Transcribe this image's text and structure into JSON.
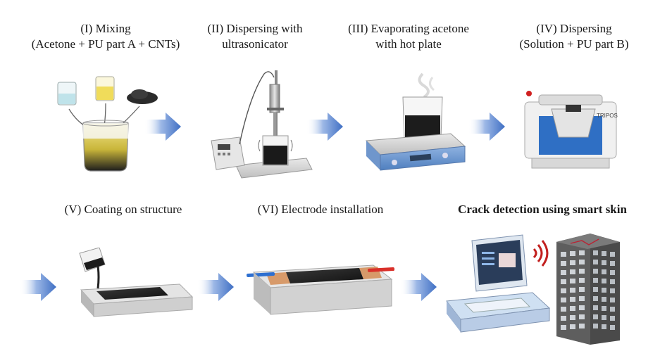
{
  "steps": [
    {
      "id": "I",
      "line1": "(I) Mixing",
      "line2": "(Acetone + PU part A + CNTs)"
    },
    {
      "id": "II",
      "line1": "(II) Dispersing with",
      "line2": "ultrasonicator"
    },
    {
      "id": "III",
      "line1": "(III) Evaporating acetone",
      "line2": "with hot plate"
    },
    {
      "id": "IV",
      "line1": "(IV) Dispersing",
      "line2": "(Solution + PU part B)"
    },
    {
      "id": "V",
      "line1": "(V) Coating on structure"
    },
    {
      "id": "VI",
      "line1": "(VI) Electrode installation"
    },
    {
      "id": "final",
      "line1": "Crack detection using smart skin"
    }
  ],
  "mill_brand": "TRIPOS",
  "colors": {
    "arrow": "#4a78c8",
    "ink": "#1a1a1a",
    "electrode_red": "#d9302a",
    "electrode_blue": "#2d6fd0",
    "copper": "#d79a6a"
  }
}
